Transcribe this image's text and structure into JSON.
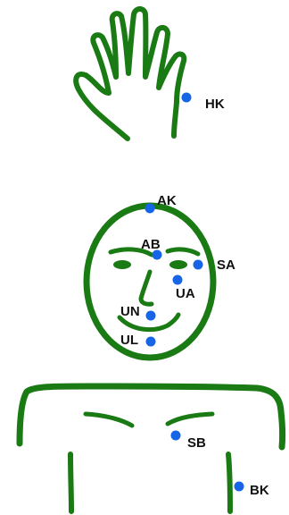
{
  "points": [
    {
      "id": "hk",
      "label": "HK",
      "color": "#1565e6"
    },
    {
      "id": "ak",
      "label": "AK",
      "color": "#1565e6"
    },
    {
      "id": "ab",
      "label": "AB",
      "color": "#1565e6"
    },
    {
      "id": "sa",
      "label": "SA",
      "color": "#1565e6"
    },
    {
      "id": "ua",
      "label": "UA",
      "color": "#1565e6"
    },
    {
      "id": "un",
      "label": "UN",
      "color": "#1565e6"
    },
    {
      "id": "ul",
      "label": "UL",
      "color": "#1565e6"
    },
    {
      "id": "sb",
      "label": "SB",
      "color": "#1565e6"
    },
    {
      "id": "bk",
      "label": "BK",
      "color": "#1565e6"
    }
  ],
  "colors": {
    "outline": "#1a7a14",
    "point": "#1565e6",
    "label": "#111111"
  }
}
